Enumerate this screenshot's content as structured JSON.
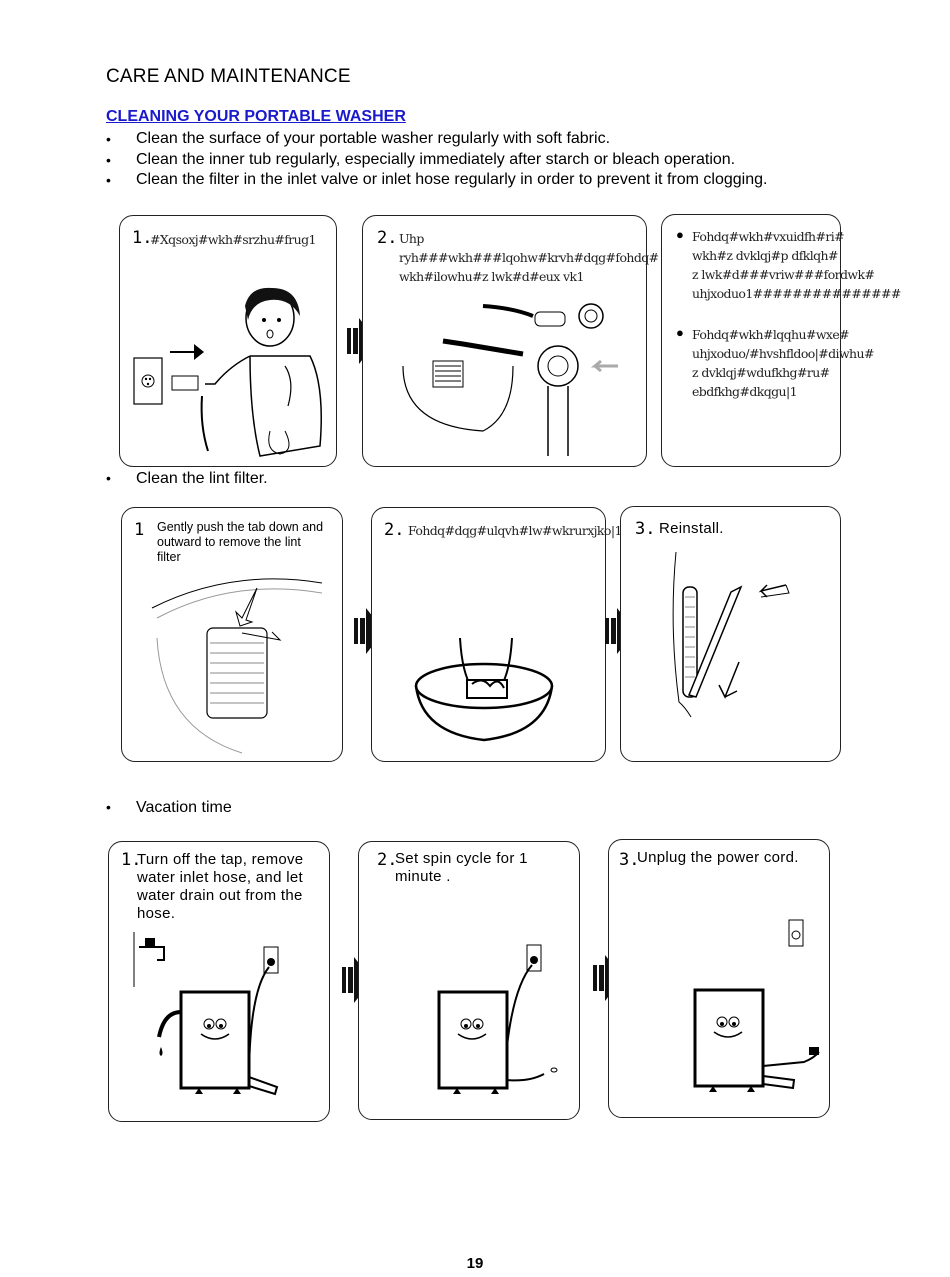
{
  "header": {
    "title": "CARE AND MAINTENANCE",
    "subtitle": "CLEANING YOUR PORTABLE WASHER"
  },
  "intro_bullets": [
    "Clean the surface of your portable washer regularly with soft fabric.",
    "Clean the inner tub regularly, especially immediately after starch or bleach operation.",
    "Clean the filter in the inlet valve or inlet hose regularly in order to prevent it from clogging."
  ],
  "section1": {
    "panel1": {
      "num": "1.",
      "text": "#Xqsoxj#wkh#srzhu#frug1"
    },
    "panel2": {
      "num": "2.",
      "text": "Uhp ryh###wkh###lqohw#krvh#dqg#fohdq#\nwkh#ilowhu#z lwk#d#eux vk1"
    },
    "panel3": {
      "bullet1": "Fohdq#wkh#vxuidfh#ri#\nwkh#z dvklqj#p dfklqh#\nz lwk#d###vriw###fordwk#\nuhjxoduo1###############",
      "bullet2": "Fohdq#wkh#lqqhu#wxe#\nuhjxoduo/#hvshfldoo|#diwhu#\nz dvklqj#wdufkhg#ru#\nebdfkhg#dkqgu|1"
    }
  },
  "section2": {
    "bullet": "Clean the lint filter.",
    "panel1": {
      "num": "1",
      "text": "Gently push the tab down and outward to remove the lint filter"
    },
    "panel2": {
      "num": "2.",
      "text": "Fohdq#dqg#ulqvh#lw#wkrurxjko|1"
    },
    "panel3": {
      "num": "3.",
      "text": "Reinstall."
    }
  },
  "section3": {
    "bullet": "Vacation time",
    "panel1": {
      "num": "1.",
      "text": "Turn off the tap, remove water inlet hose, and let water drain out from the hose."
    },
    "panel2": {
      "num": "2.",
      "text": "Set spin  cycle  for  1 minute ."
    },
    "panel3": {
      "num": "3.",
      "text": "Unplug the power cord."
    }
  },
  "footer": {
    "page_number": "19"
  },
  "colors": {
    "subtitle": "#1a1acc",
    "ink": "#000000"
  },
  "icons": [
    "arrow-right-icon",
    "power-outlet-icon",
    "plug-icon",
    "brush-icon",
    "filter-icon",
    "washer-icon",
    "tap-icon",
    "basin-icon"
  ]
}
